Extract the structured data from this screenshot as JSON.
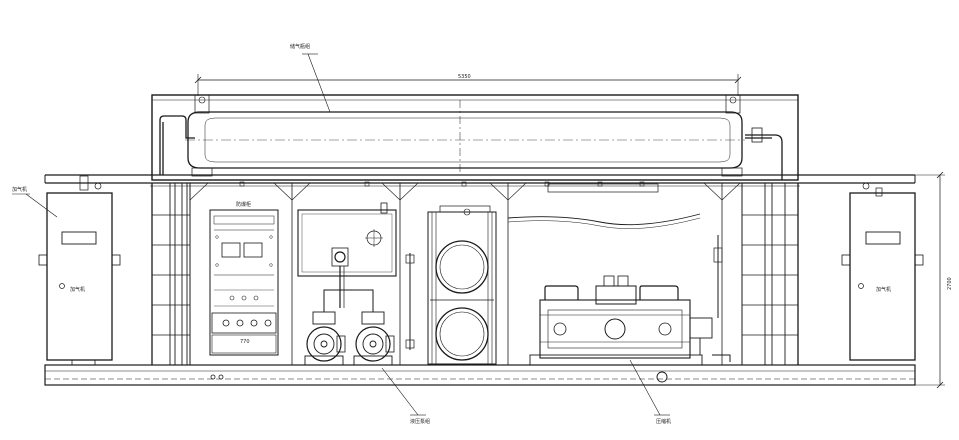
{
  "drawing": {
    "labels": {
      "gas_cylinder": "储气瓶组",
      "dispenser_left": "加气机",
      "dispenser_left_tag": "加气机",
      "dispenser_right_tag": "加气机",
      "control_cabinet": "防爆柜",
      "hydraulic_pump": "液压泵组",
      "compressor": "压缩机",
      "cabinet_spec": "770"
    },
    "dimensions": {
      "top_width": "5350",
      "right_height": "2700"
    },
    "colors": {
      "line": "#1a1a1a",
      "background": "#ffffff"
    }
  }
}
